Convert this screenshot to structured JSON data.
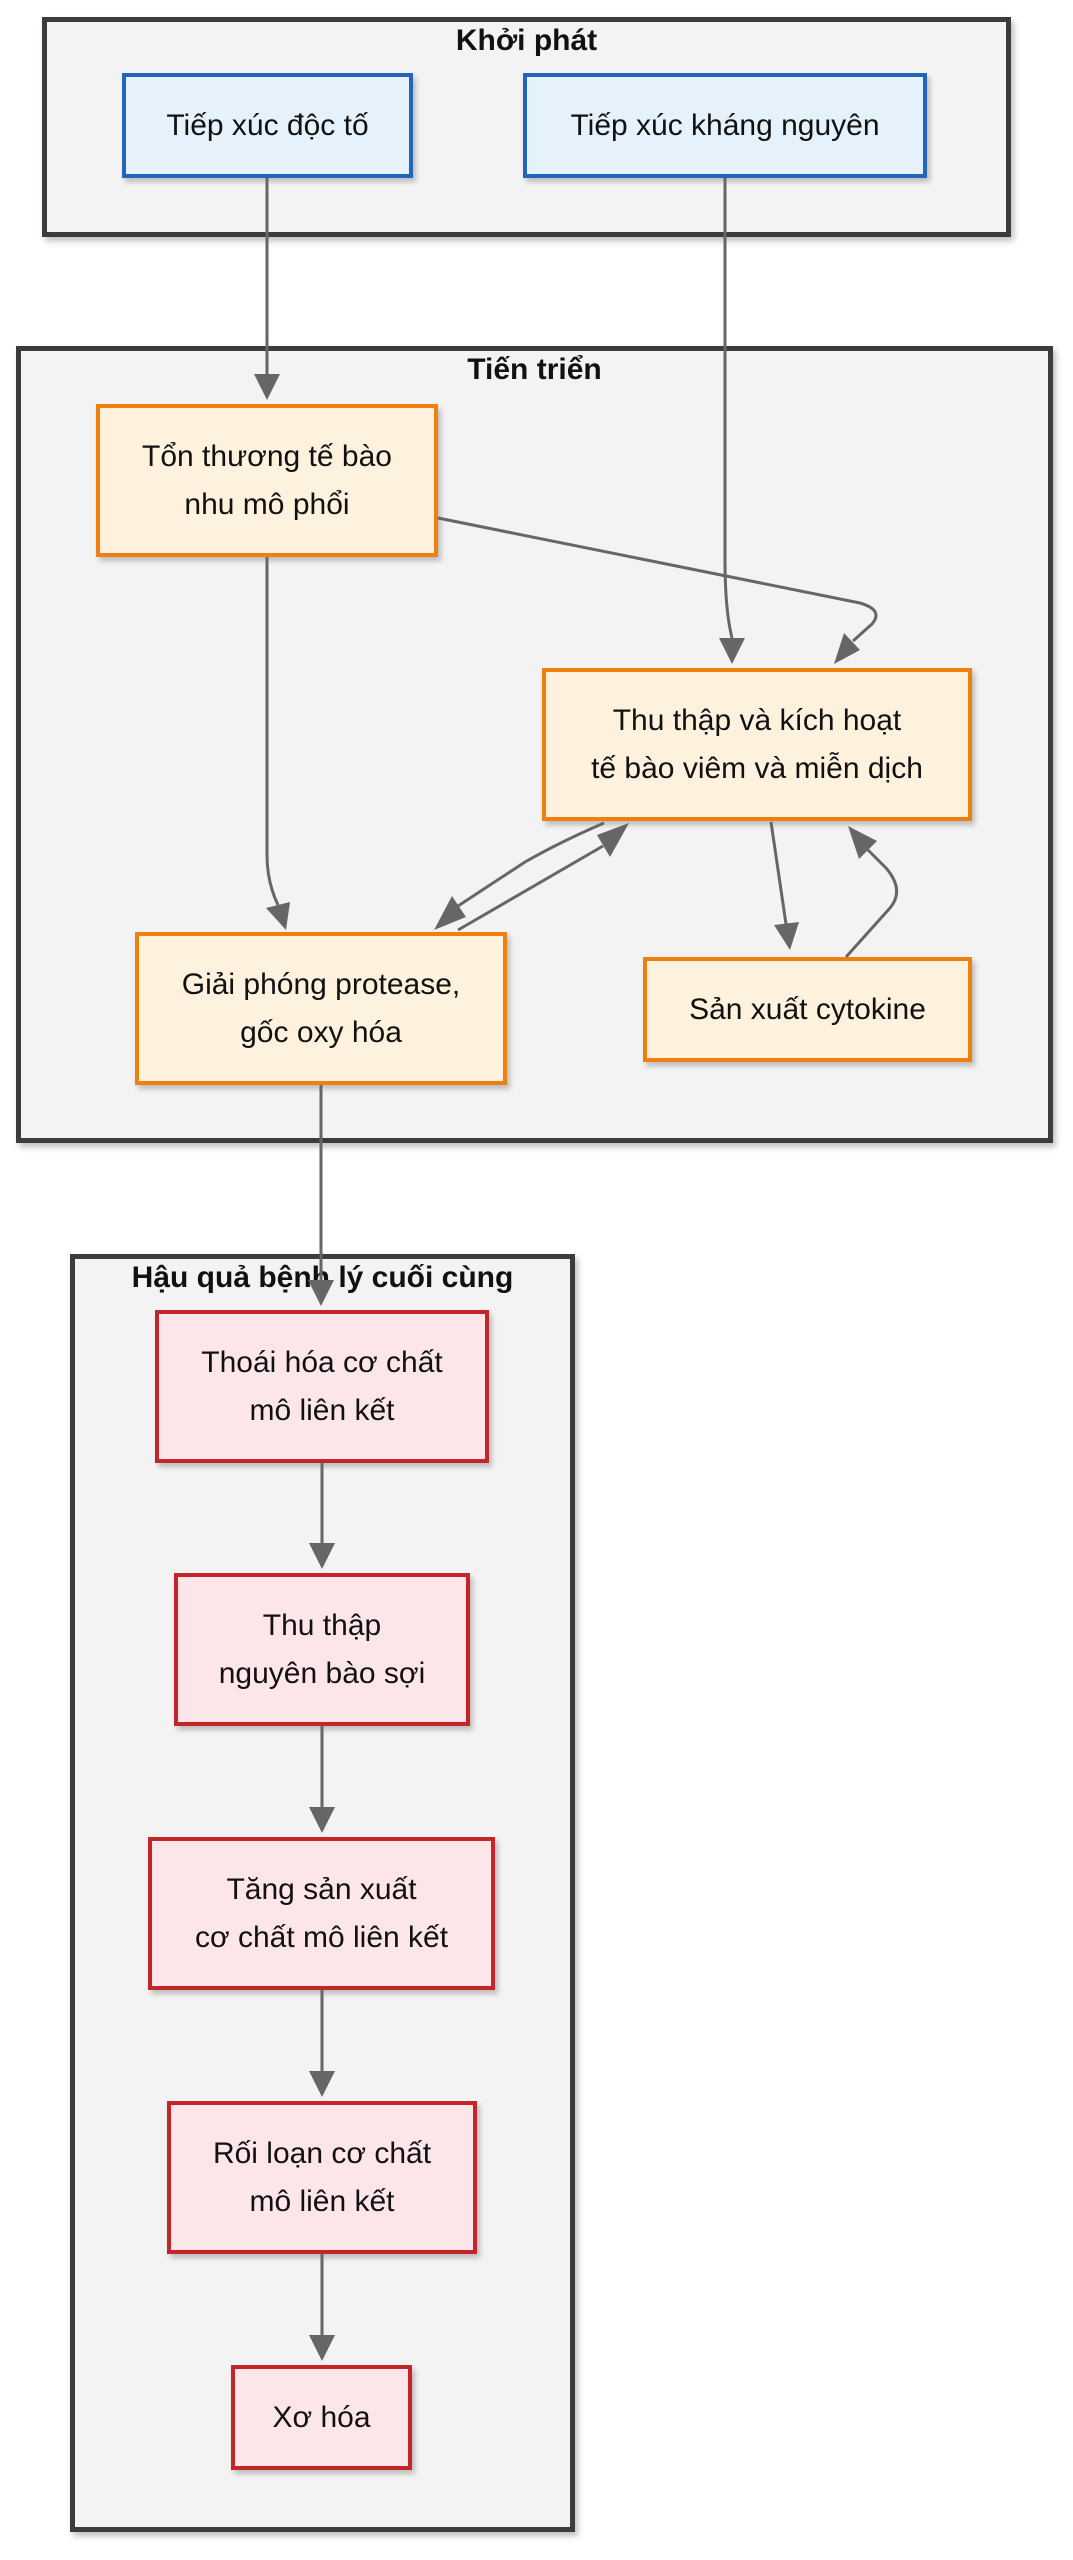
{
  "colors": {
    "cluster_fill": "#f3f3f3",
    "cluster_border": "#3c3c3c",
    "onset_fill": "#e6f2fb",
    "onset_border": "#2266bb",
    "progress_fill": "#fef1de",
    "progress_border": "#f07f11",
    "outcome_fill": "#fde6ea",
    "outcome_border": "#c4252b",
    "edge": "#666666"
  },
  "clusters": {
    "onset": {
      "title": "Khởi phát"
    },
    "progression": {
      "title": "Tiến triển"
    },
    "outcome": {
      "title": "Hậu quả bệnh lý cuối cùng"
    }
  },
  "nodes": {
    "toxin_exposure": "Tiếp xúc độc tố",
    "antigen_exposure": "Tiếp xúc kháng nguyên",
    "cell_injury": "Tổn thương tế bào\nnhu mô phổi",
    "immune_recruitment": "Thu thập và kích hoạt\ntế bào viêm và miễn dịch",
    "protease_release": "Giải phóng protease,\ngốc oxy hóa",
    "cytokine_production": "Sản xuất cytokine",
    "matrix_degradation": "Thoái hóa cơ chất\nmô liên kết",
    "fibroblast_recruitment": "Thu thập\nnguyên bào sợi",
    "matrix_production": "Tăng sản xuất\ncơ chất mô liên kết",
    "matrix_disorder": "Rối loạn cơ chất\nmô liên kết",
    "fibrosis": "Xơ hóa"
  }
}
